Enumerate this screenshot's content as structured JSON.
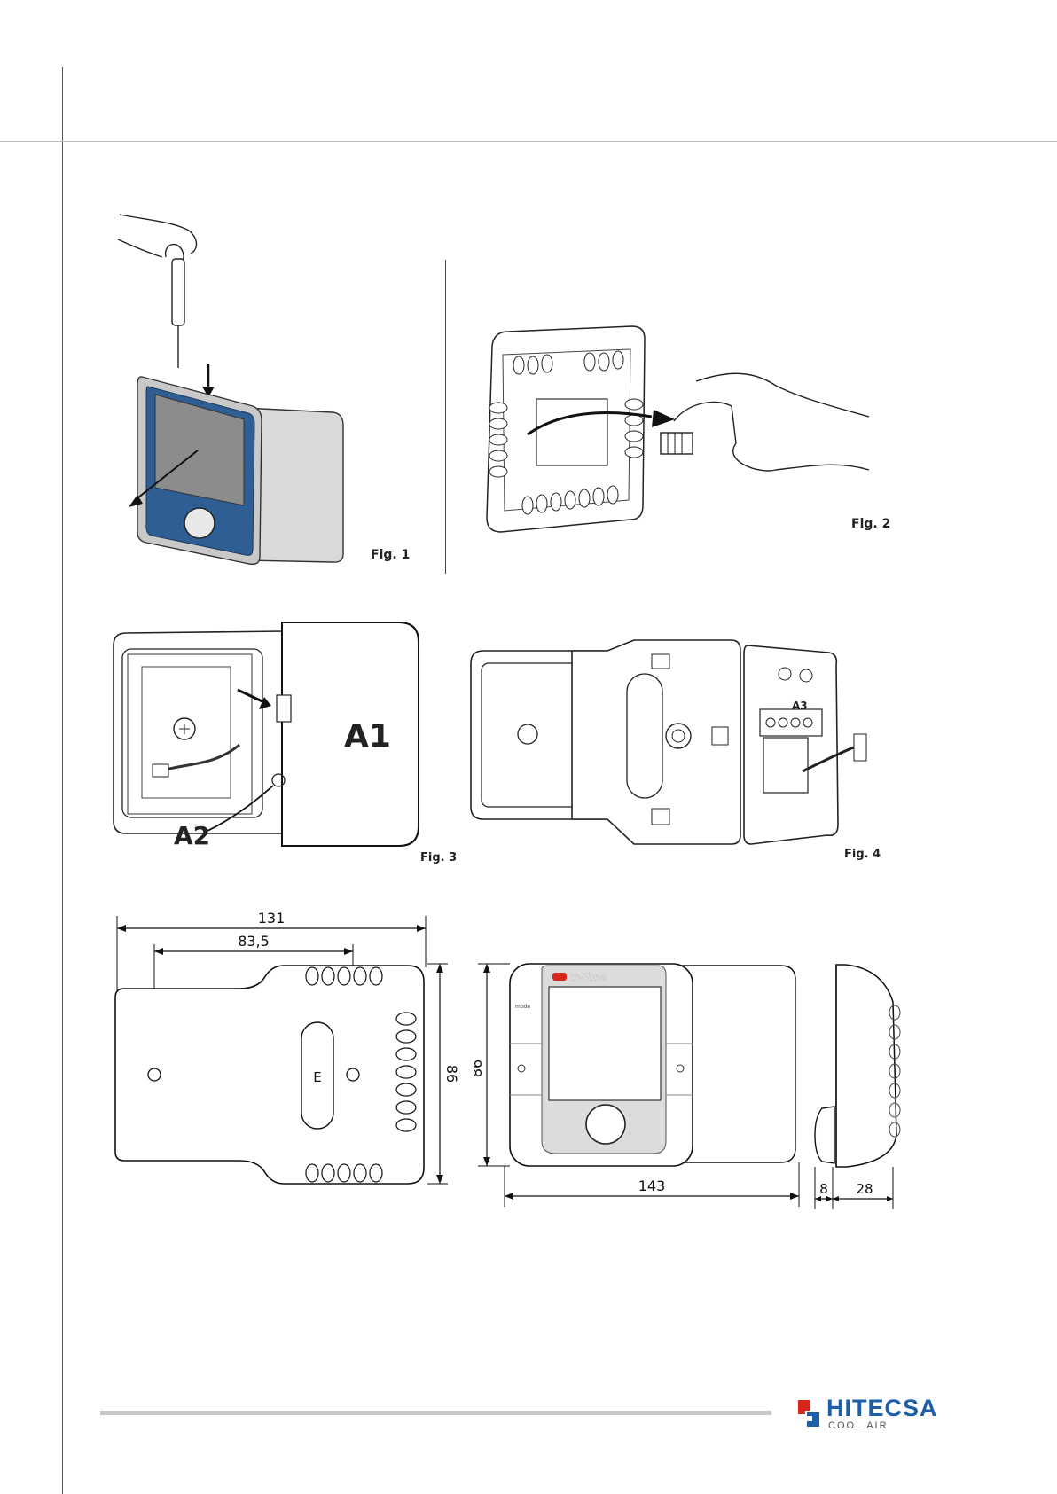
{
  "figures": {
    "fig1": {
      "caption": "Fig. 1"
    },
    "fig2": {
      "caption": "Fig. 2"
    },
    "fig3": {
      "caption": "Fig. 3",
      "label_a1": "A1",
      "label_a2": "A2"
    },
    "fig4": {
      "caption": "Fig. 4",
      "label_a3": "A3"
    }
  },
  "dimensions": {
    "base_width": "131",
    "hole_spacing": "83,5",
    "base_height": "86",
    "front_height": "86",
    "front_width": "143",
    "knob_depth": "8",
    "body_depth": "28",
    "screw_label": "E",
    "brand_on_device": "th-Tune",
    "mode_label": "mode"
  },
  "footer": {
    "logo_text": "HITECSA",
    "logo_subtext": "COOL AIR",
    "logo_colors": {
      "red": "#d9251c",
      "blue": "#1f5fa8"
    }
  }
}
